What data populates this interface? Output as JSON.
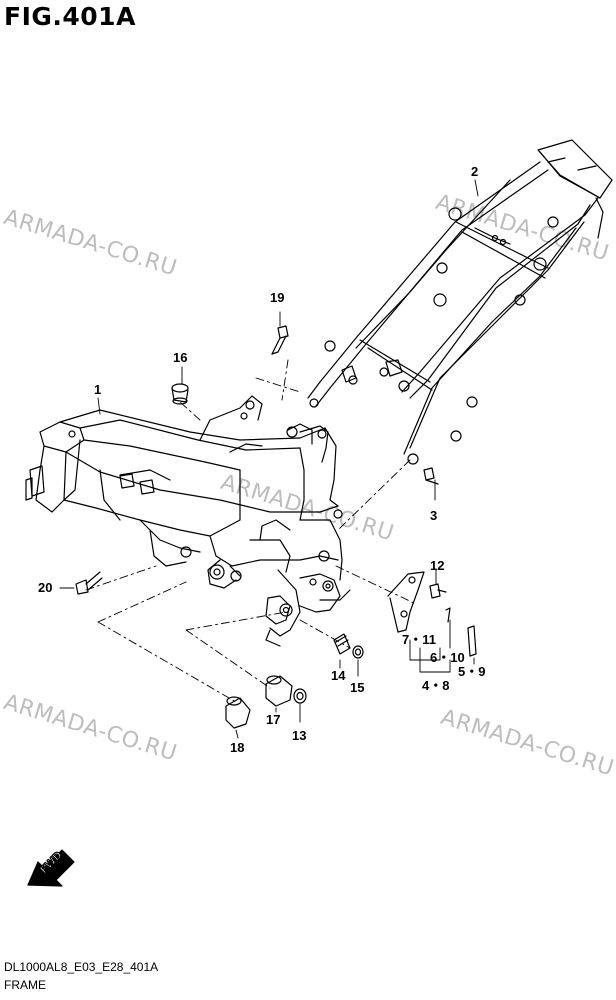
{
  "figure": {
    "title": "FIG.401A",
    "model_code": "DL1000AL8_E03_E28_401A",
    "caption": "FRAME"
  },
  "watermark": "ARMADA-CO.RU",
  "fwd_label": "FWD",
  "callouts": {
    "c1": "1",
    "c2": "2",
    "c3": "3",
    "c4_8": "4・8",
    "c5_9": "5・9",
    "c6_10": "6・10",
    "c7_11": "7・11",
    "c12": "12",
    "c13": "13",
    "c14": "14",
    "c15": "15",
    "c16": "16",
    "c17": "17",
    "c18": "18",
    "c19": "19",
    "c20": "20"
  },
  "colors": {
    "line": "#000000",
    "watermark": "#bdbdbd",
    "background": "#ffffff"
  }
}
